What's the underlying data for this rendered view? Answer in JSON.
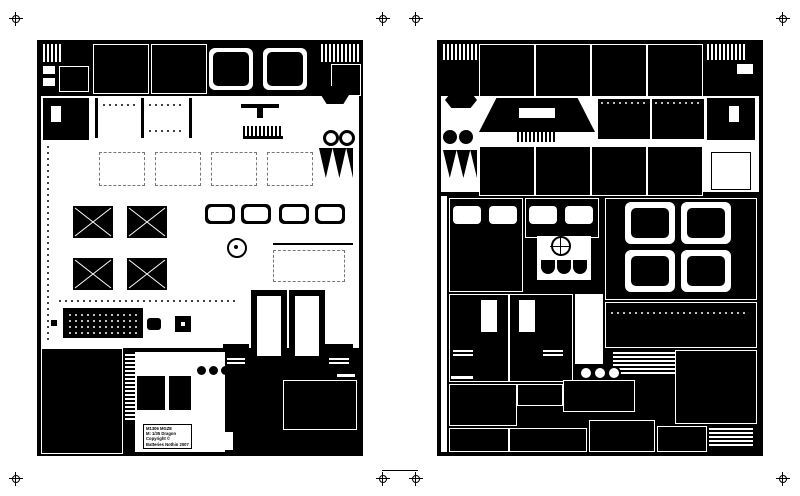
{
  "fret_label": {
    "line1": "M1306 MGZE",
    "line2": "M: 1/35 Dragon",
    "line3": "Copyright ©",
    "line4": "Batteries Nothin 2007"
  },
  "colors": {
    "etch": "#000000",
    "paper": "#ffffff"
  },
  "icons": [
    "registration-mark",
    "crosshair-circle",
    "x-braced-panel",
    "louver-vent",
    "rivet-row"
  ]
}
